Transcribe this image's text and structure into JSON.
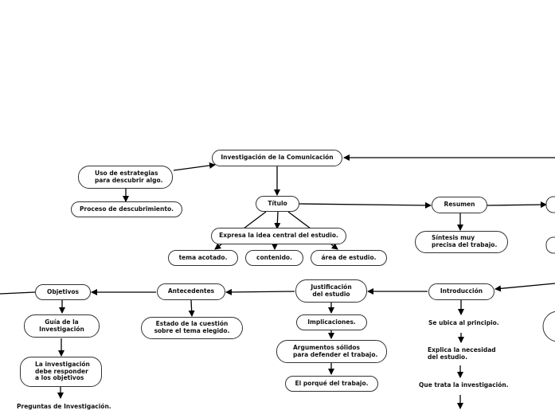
{
  "colors": {
    "line": "#000000",
    "border": "#333333",
    "text": "#111111"
  },
  "nodes": {
    "main": "Investigación de la Comunicación",
    "uso": "Uso de estrategias\npara descubrir algo.",
    "proceso": "Proceso de descubrimiento.",
    "titulo": "Título",
    "expresa": "Expresa la idea central del estudio.",
    "tema": "tema acotado.",
    "contenido": "contenido.",
    "area": "área de estudio.",
    "resumen": "Resumen",
    "sintesis": "Síntesis muy\nprecisa del trabajo.",
    "objetivos": "Objetivos",
    "guia": "Guía de la\nInvestigación",
    "debe": "La investigación\ndebe responder\na los objetivos",
    "preguntas": "Preguntas de Investigación.",
    "antecedentes": "Antecedentes",
    "estado": "Estado de la cuestión\nsobre el tema elegido.",
    "justificacion": "Justificación\ndel estudio",
    "implicaciones": "Implicaciones.",
    "argumentos": "Argumentos sólidos\npara defender el trabajo.",
    "porque": "El porqué del trabajo.",
    "introduccion": "Introducción",
    "ubica": "Se ubica al principio.",
    "explica": "Explica la necesidad\ndel estudio.",
    "trata": "Que trata la investigación."
  }
}
